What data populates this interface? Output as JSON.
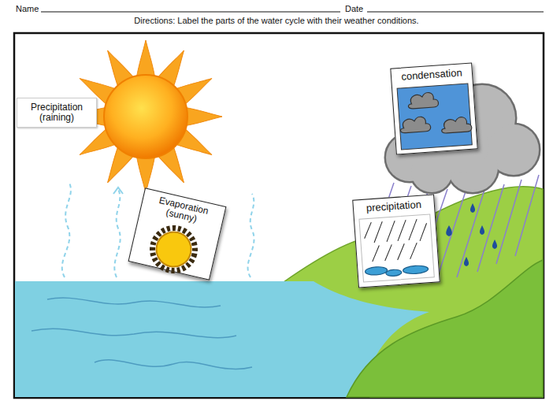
{
  "diagram": {
    "title": "Directions: Label the parts of the water cycle with their weather conditions.",
    "nodes": [
      {
        "text": [
          "Precipitation (raining)"
        ]
      },
      {
        "text": [
          "Evaporation (sunny)"
        ]
      },
      {
        "text": [
          "condensation"
        ]
      },
      {
        "text": [
          "precipitation"
        ]
      }
    ],
    "labels": [
      "Name",
      "Date"
    ]
  }
}
